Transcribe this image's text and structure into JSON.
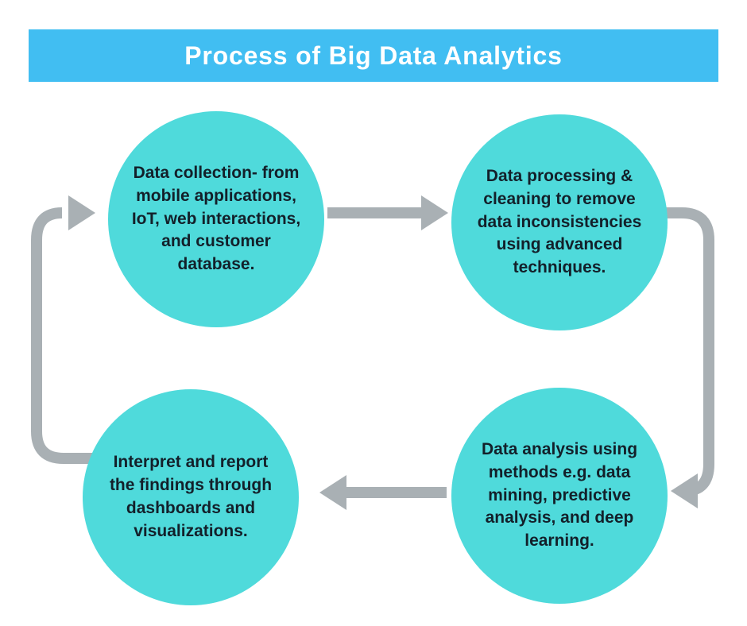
{
  "title": "Process of Big Data Analytics",
  "steps": [
    {
      "id": 1,
      "text": "Data collection- from mobile applications, IoT, web interactions, and customer database."
    },
    {
      "id": 2,
      "text": "Data processing & cleaning to remove data inconsistencies using advanced techniques."
    },
    {
      "id": 3,
      "text": "Data analysis using methods e.g. data mining, predictive analysis, and deep learning."
    },
    {
      "id": 4,
      "text": "Interpret and report the findings through dashboards and visualizations."
    }
  ],
  "flow_order": [
    "step-1",
    "step-2",
    "step-3",
    "step-4",
    "step-1"
  ],
  "colors": {
    "header_bg": "#41BEF2",
    "circle_fill": "#4FDADB",
    "arrow": "#A9B0B4",
    "text": "#13202A",
    "title_text": "#FFFFFF"
  }
}
